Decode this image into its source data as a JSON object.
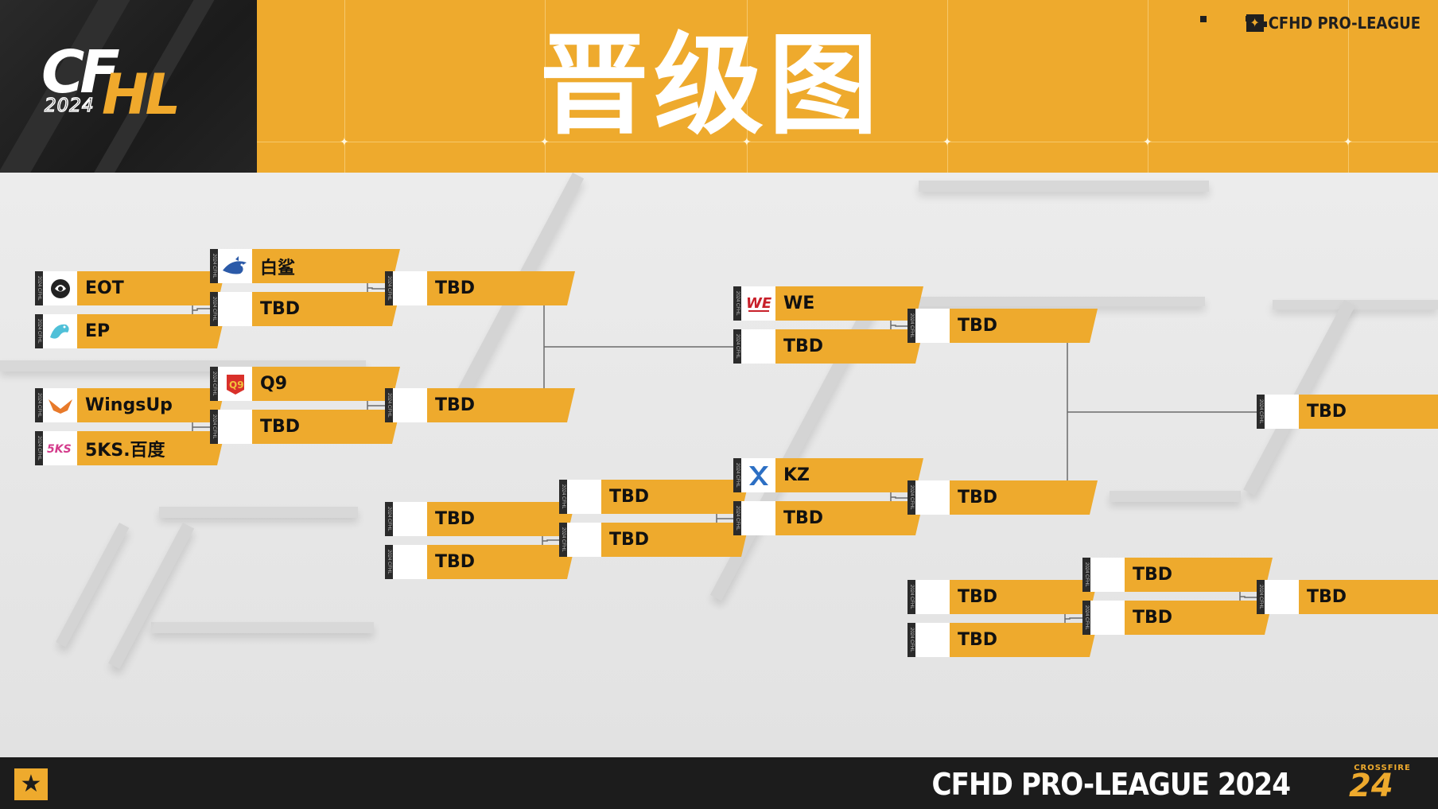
{
  "header": {
    "logo": {
      "cf": "CF",
      "hl": "HL",
      "year": "2024"
    },
    "title": "晋级图",
    "brand": "CFHD PRO-LEAGUE",
    "brand_icon": "star-icon"
  },
  "bracket": {
    "round1": [
      {
        "team": "EOT",
        "logo": "eot-logo"
      },
      {
        "team": "EP",
        "logo": "ep-dragon-logo"
      },
      {
        "team": "WingsUp",
        "logo": "wingsup-logo"
      },
      {
        "team": "5KS.百度",
        "logo": "5ks-logo"
      }
    ],
    "round2": [
      {
        "team": "白鲨",
        "logo": "white-shark-logo"
      },
      {
        "team": "TBD",
        "logo": ""
      },
      {
        "team": "Q9",
        "logo": "q9-logo"
      },
      {
        "team": "TBD",
        "logo": ""
      }
    ],
    "round3_upper": [
      {
        "team": "TBD"
      },
      {
        "team": "TBD"
      }
    ],
    "lower_r1": [
      {
        "team": "TBD"
      },
      {
        "team": "TBD"
      }
    ],
    "lower_r2": [
      {
        "team": "TBD"
      },
      {
        "team": "TBD"
      }
    ],
    "semis": [
      {
        "team": "WE",
        "logo": "we-logo"
      },
      {
        "team": "TBD",
        "logo": ""
      },
      {
        "team": "KZ",
        "logo": "kz-logo"
      },
      {
        "team": "TBD",
        "logo": ""
      }
    ],
    "semis_winners": [
      {
        "team": "TBD"
      },
      {
        "team": "TBD"
      }
    ],
    "final": {
      "team": "TBD"
    },
    "third_place_r1": [
      {
        "team": "TBD"
      },
      {
        "team": "TBD"
      }
    ],
    "third_place_r2": [
      {
        "team": "TBD"
      },
      {
        "team": "TBD"
      }
    ],
    "third_place": {
      "team": "TBD"
    },
    "slot_tag": "2024 CFHL"
  },
  "footer": {
    "title": "CFHD PRO-LEAGUE 2024",
    "brand_small": "CROSSFIRE",
    "brand_number": "24",
    "star_icon": "star-icon"
  },
  "colors": {
    "accent": "#eeaa2d",
    "dark": "#1c1c1c",
    "background": "#e6e6e6"
  }
}
